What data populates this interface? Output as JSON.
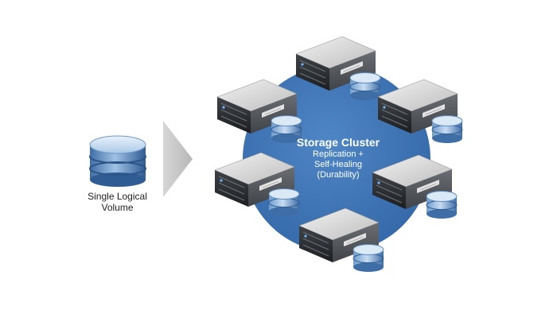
{
  "volume": {
    "label_line1": "Single Logical",
    "label_line2": "Volume"
  },
  "cluster": {
    "title": "Storage Cluster",
    "description_line1": "Replication +",
    "description_line2": "Self-Healing",
    "description_line3": "(Durability)",
    "node_count": 6
  },
  "colors": {
    "cluster_fill": "#3d74b6",
    "arrow": "#c8c8c8",
    "disk_blue": "#4f7fb5",
    "server_body": "#2f3236"
  }
}
